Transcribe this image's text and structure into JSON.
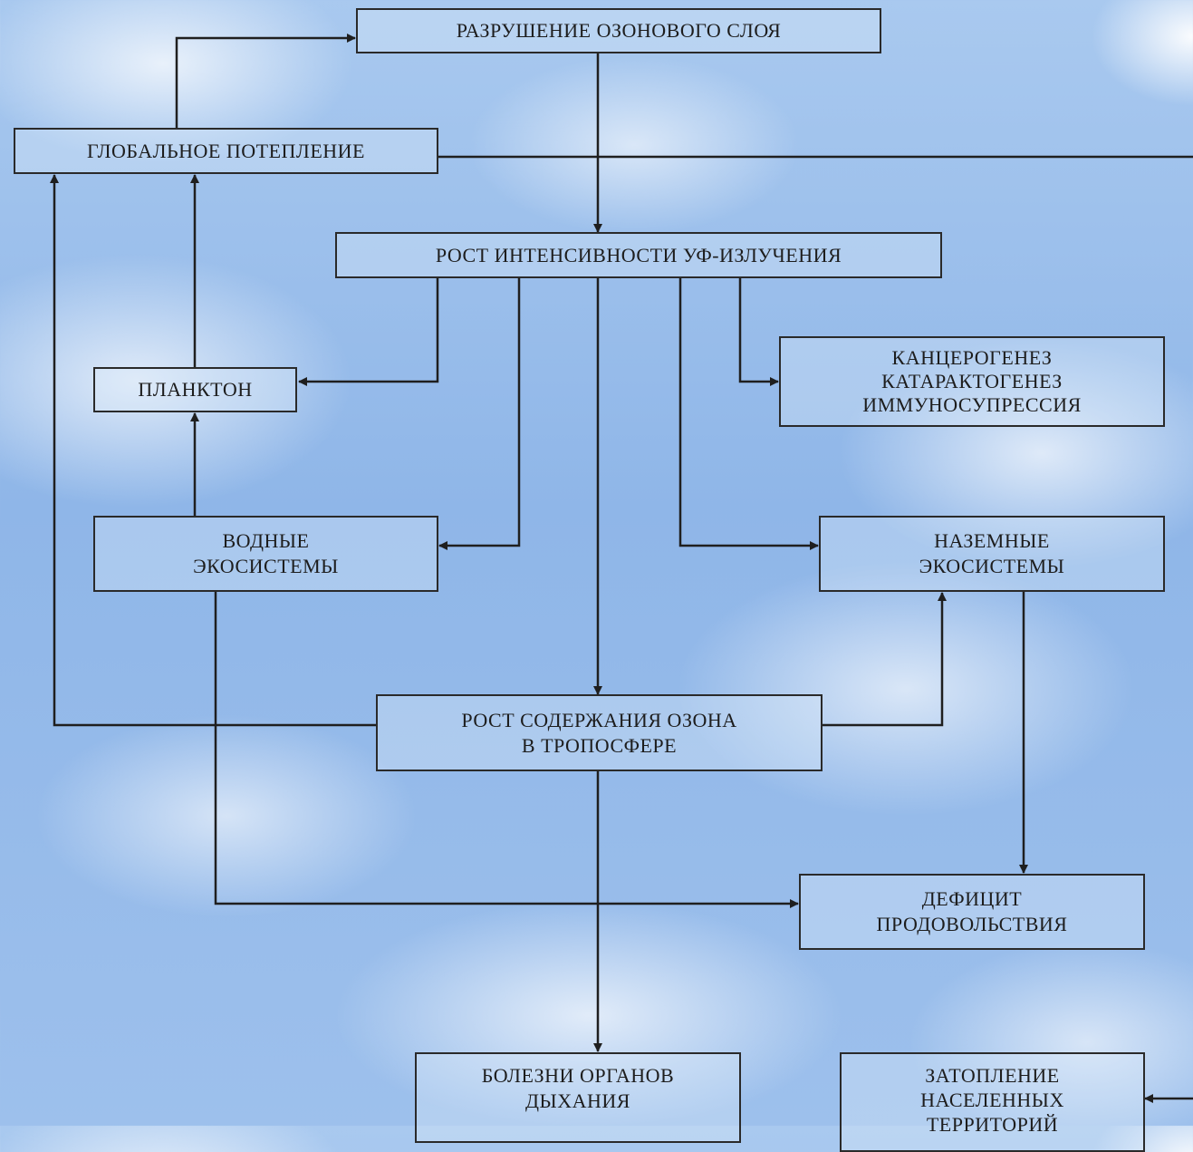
{
  "nodes": {
    "ozone_depletion": "РАЗРУШЕНИЕ ОЗОНОВОГО СЛОЯ",
    "global_warming": "ГЛОБАЛЬНОЕ ПОТЕПЛЕНИЕ",
    "uv_growth": "РОСТ ИНТЕНСИВНОСТИ УФ-ИЗЛУЧЕНИЯ",
    "plankton": "ПЛАНКТОН",
    "carcinogenesis": "КАНЦЕРОГЕНЕЗ\nКАТАРАКТОГЕНЕЗ\nИММУНОСУПРЕССИЯ",
    "aquatic_ecosystems": "ВОДНЫЕ\nЭКОСИСТЕМЫ",
    "terrestrial_ecosystems": "НАЗЕМНЫЕ\nЭКОСИСТЕМЫ",
    "tropospheric_ozone": "РОСТ СОДЕРЖАНИЯ ОЗОНА\nВ ТРОПОСФЕРЕ",
    "food_deficit": "ДЕФИЦИТ\nПРОДОВОЛЬСТВИЯ",
    "respiratory_diseases": "БОЛЕЗНИ ОРГАНОВ\nДЫХАНИЯ",
    "flooding": "ЗАТОПЛЕНИЕ\nНАСЕЛЕННЫХ\nТЕРРИТОРИЙ"
  },
  "colors": {
    "line": "#1f1f1f",
    "border": "#2a2a2a",
    "text": "#1d1d1d"
  }
}
